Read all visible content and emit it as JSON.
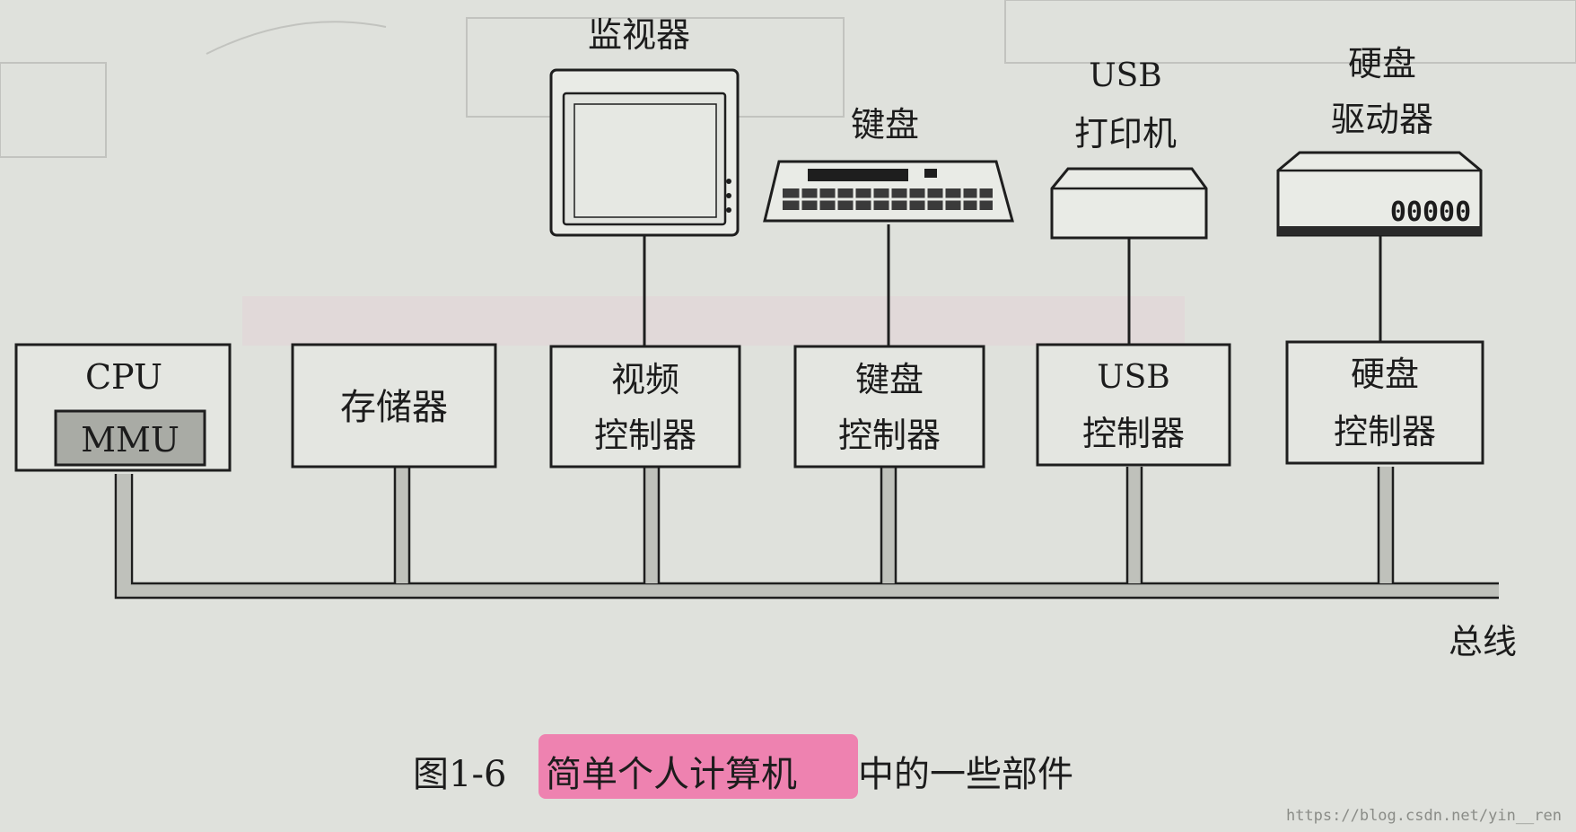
{
  "devices": {
    "monitor": "监视器",
    "keyboard": "键盘",
    "usb_printer": [
      "USB",
      "打印机"
    ],
    "hard_drive": [
      "硬盘",
      "驱动器"
    ],
    "drive_display": "00000"
  },
  "components": {
    "cpu": "CPU",
    "mmu": "MMU",
    "memory": "存储器",
    "video_controller": [
      "视频",
      "控制器"
    ],
    "keyboard_controller": [
      "键盘",
      "控制器"
    ],
    "usb_controller": [
      "USB",
      "控制器"
    ],
    "disk_controller": [
      "硬盘",
      "控制器"
    ]
  },
  "bus_label": "总线",
  "caption": {
    "number": "图1-6",
    "highlighted": "简单个人计算机",
    "rest": "中的一些部件"
  },
  "watermark": "https://blog.csdn.net/yin__ren",
  "colors": {
    "highlight": "#ee82b0",
    "bus": "#bfc1bb",
    "background": "#dfe1dc"
  }
}
